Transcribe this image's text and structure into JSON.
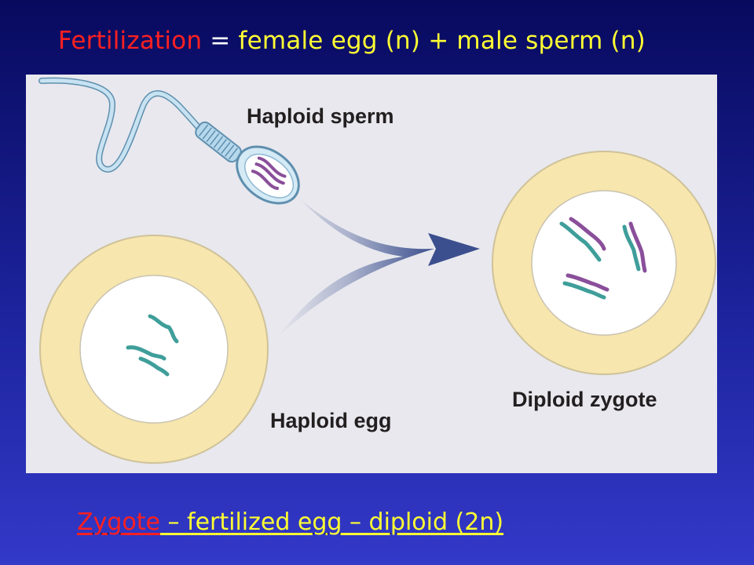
{
  "title": {
    "term": "Fertilization",
    "equals": "=",
    "definition": "female egg (n) + male sperm (n)"
  },
  "figure": {
    "labels": {
      "sperm": "Haploid sperm",
      "egg": "Haploid egg",
      "zygote": "Diploid zygote"
    },
    "colors": {
      "background": "#e8e8ee",
      "cell_ring": "#f7e6ad",
      "nucleus": "#ffffff",
      "chromosome_teal": "#3f9e9a",
      "chromosome_purple": "#8a4f9a",
      "sperm_body": "#b6d8ec",
      "arrow": "#3b4f8e"
    },
    "icons": [
      "sperm-cell-icon",
      "egg-cell-icon",
      "zygote-cell-icon",
      "fertilization-arrow-icon"
    ]
  },
  "caption": {
    "term": "Zygote",
    "sep": " – ",
    "definition": "fertilized egg – diploid (2n)"
  },
  "colors": {
    "term_red": "#ff2020",
    "text_yellow": "#ffff33",
    "text_white": "#ffffff"
  }
}
